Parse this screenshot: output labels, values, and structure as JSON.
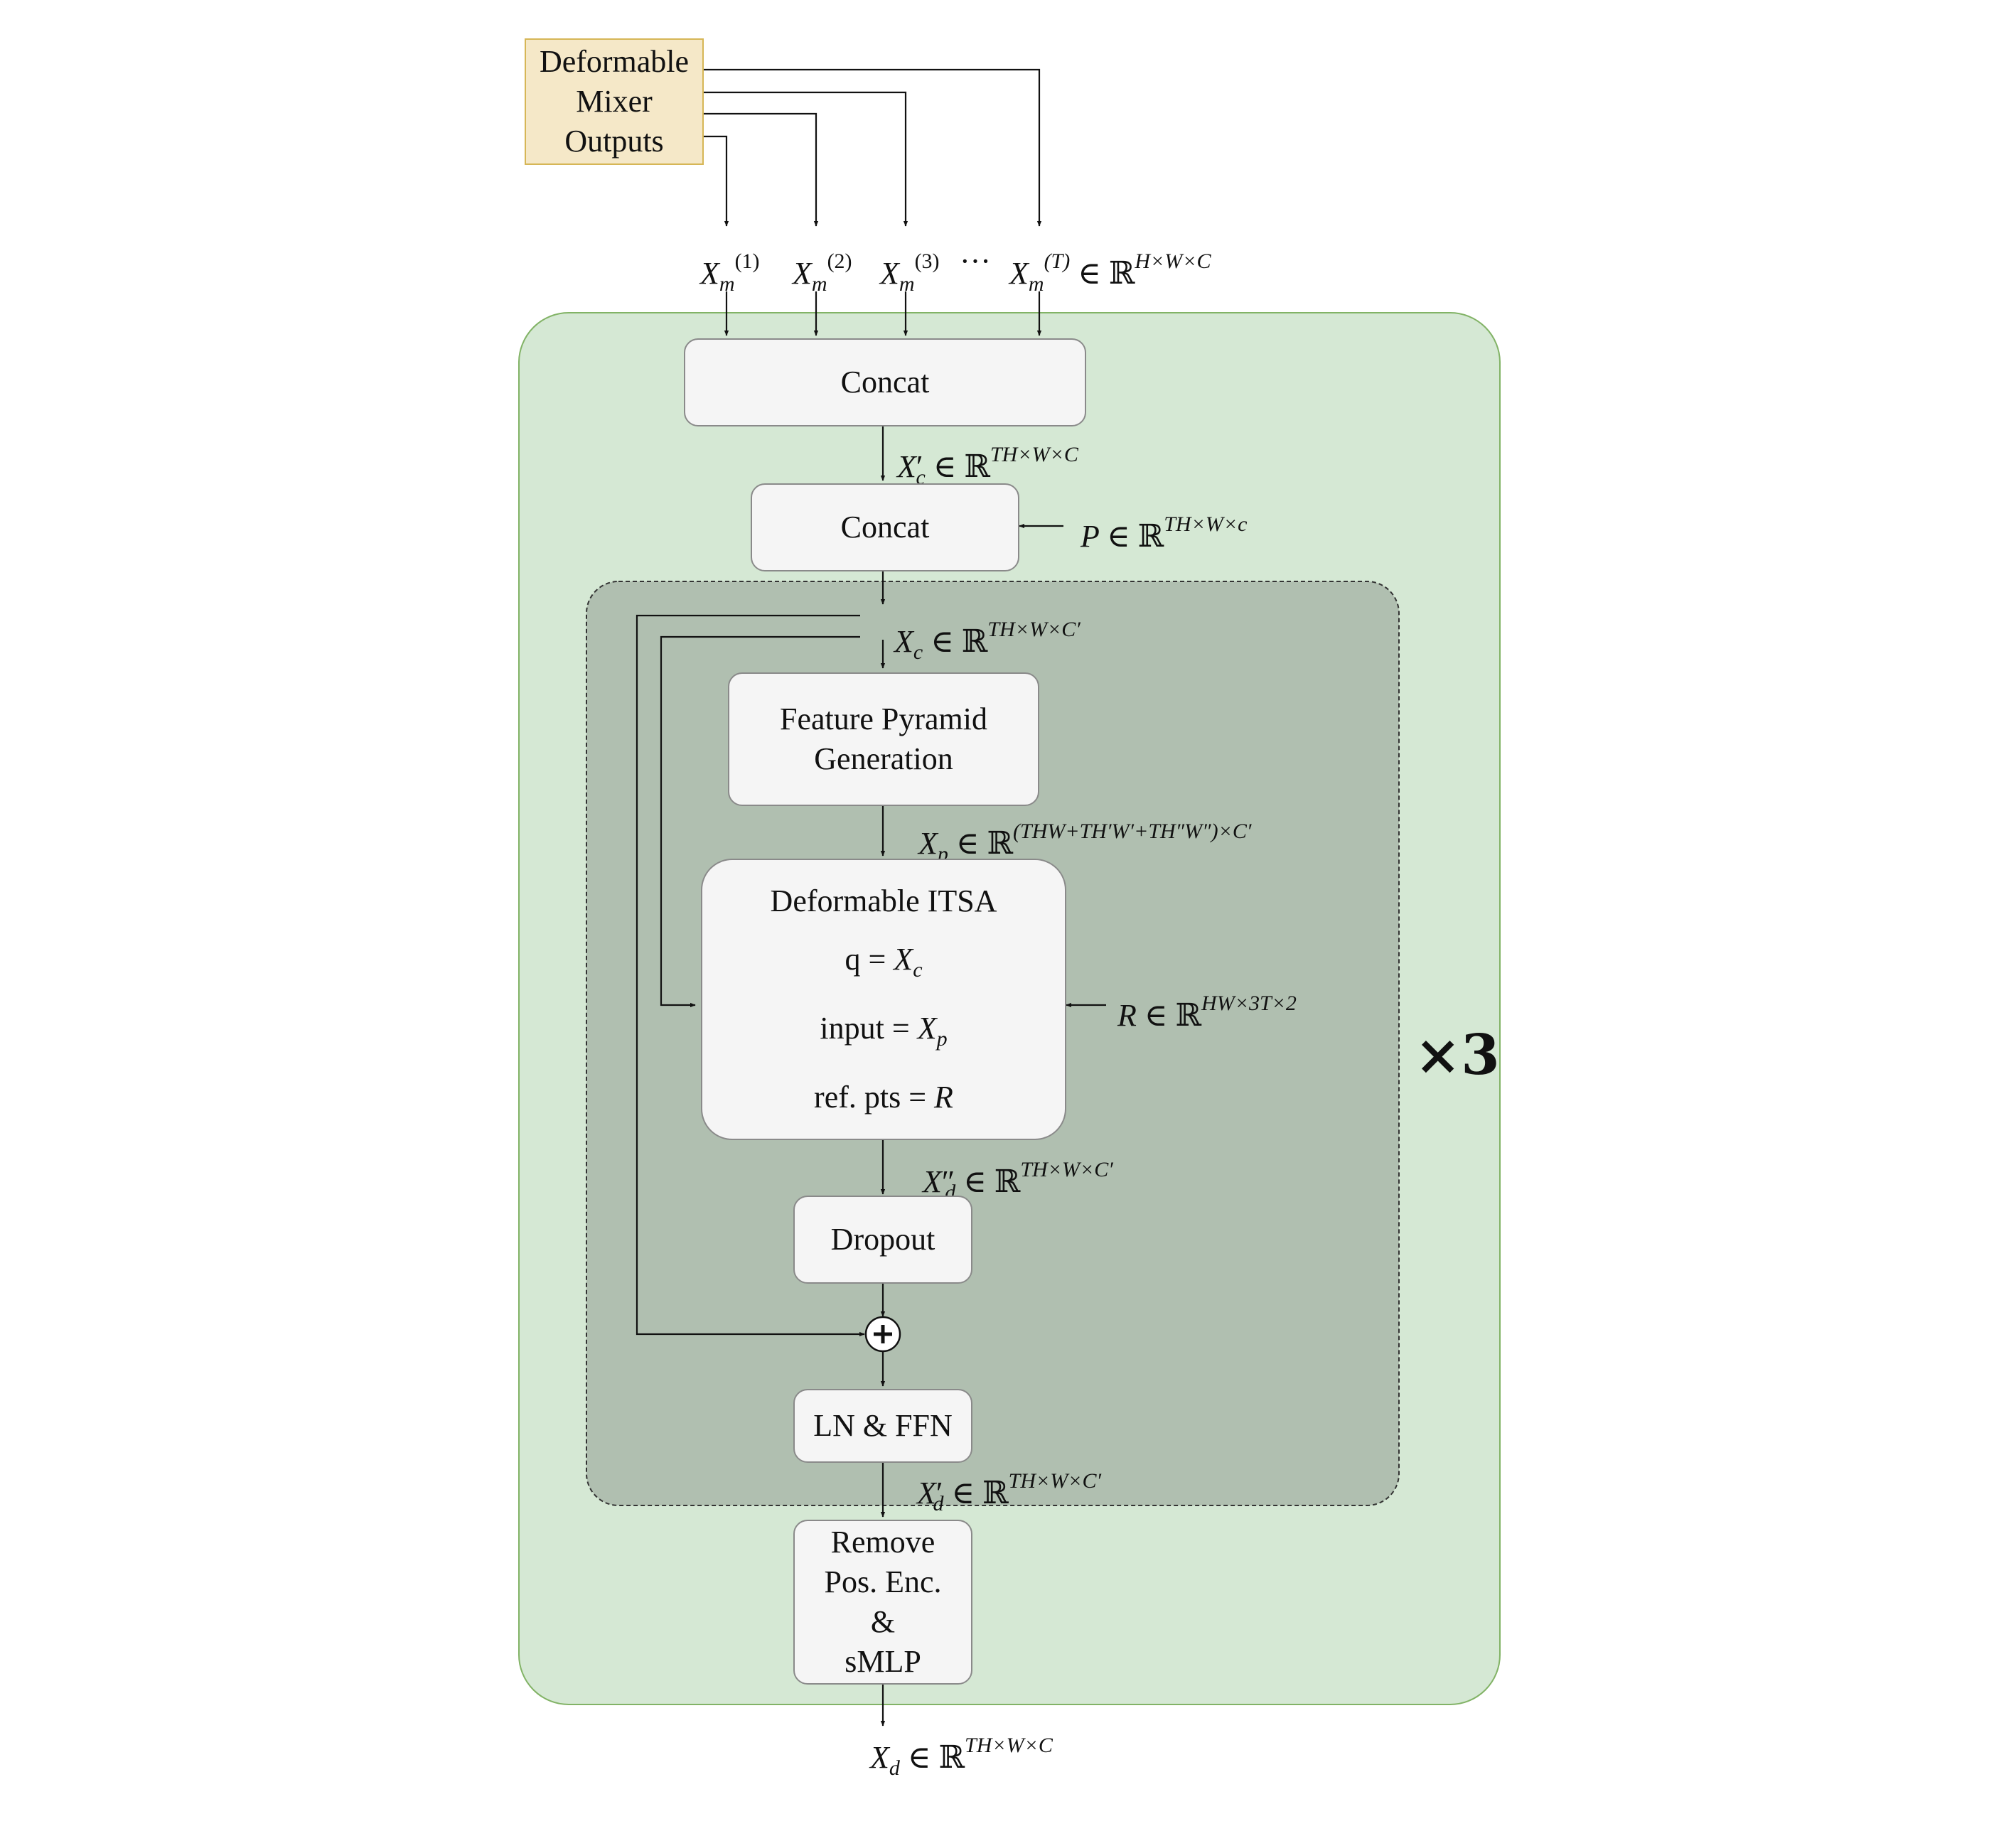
{
  "source_box": {
    "lines": [
      "Deformable",
      "Mixer",
      "Outputs"
    ]
  },
  "inputs": {
    "x1": {
      "base": "X",
      "sub": "m",
      "sup": "(1)"
    },
    "x2": {
      "base": "X",
      "sub": "m",
      "sup": "(2)"
    },
    "x3": {
      "base": "X",
      "sub": "m",
      "sup": "(3)"
    },
    "dots": "···",
    "xT": {
      "base": "X",
      "sub": "m",
      "sup": "(T)",
      "member": "∈",
      "field": "ℝ",
      "dim": "H×W×C"
    }
  },
  "concat1": {
    "label": "Concat"
  },
  "xc_prime": {
    "base": "X",
    "sub": "c",
    "prime": "′",
    "member": "∈",
    "field": "ℝ",
    "dim": "TH×W×C"
  },
  "concat2": {
    "label": "Concat"
  },
  "p_input": {
    "base": "P",
    "member": "∈",
    "field": "ℝ",
    "dim": "TH×W×c"
  },
  "xc": {
    "base": "X",
    "sub": "c",
    "member": "∈",
    "field": "ℝ",
    "dim": "TH×W×C′"
  },
  "pyramid": {
    "lines": [
      "Feature Pyramid",
      "Generation"
    ]
  },
  "xp": {
    "base": "X",
    "sub": "p",
    "member": "∈",
    "field": "ℝ",
    "dim": "(THW+TH′W′+TH″W″)×C′"
  },
  "itsa": {
    "title": "Deformable ITSA",
    "q_label": "q = ",
    "q_base": "X",
    "q_sub": "c",
    "input_label": "input = ",
    "input_base": "X",
    "input_sub": "p",
    "ref_label": "ref. pts = ",
    "ref_base": "R"
  },
  "r_input": {
    "base": "R",
    "member": "∈",
    "field": "ℝ",
    "dim": "HW×3T×2"
  },
  "xd_dprime": {
    "base": "X",
    "sub": "d",
    "prime": "″",
    "member": "∈",
    "field": "ℝ",
    "dim": "TH×W×C′"
  },
  "dropout": {
    "label": "Dropout"
  },
  "ln_ffn": {
    "label": "LN & FFN"
  },
  "xd_prime": {
    "base": "X",
    "sub": "d",
    "prime": "′",
    "member": "∈",
    "field": "ℝ",
    "dim": "TH×W×C′"
  },
  "repeat": {
    "label": "×3"
  },
  "remove": {
    "lines": [
      "Remove",
      "Pos. Enc.",
      "&",
      "sMLP"
    ]
  },
  "xd": {
    "base": "X",
    "sub": "d",
    "member": "∈",
    "field": "ℝ",
    "dim": "TH×W×C"
  },
  "colors": {
    "outer_panel": "#d5e8d4",
    "outer_border": "#82b366",
    "inner_panel": "#b0bfb0",
    "box_fill": "#f5f5f5",
    "source_fill": "#f5e8c8",
    "source_border": "#d6b656"
  }
}
